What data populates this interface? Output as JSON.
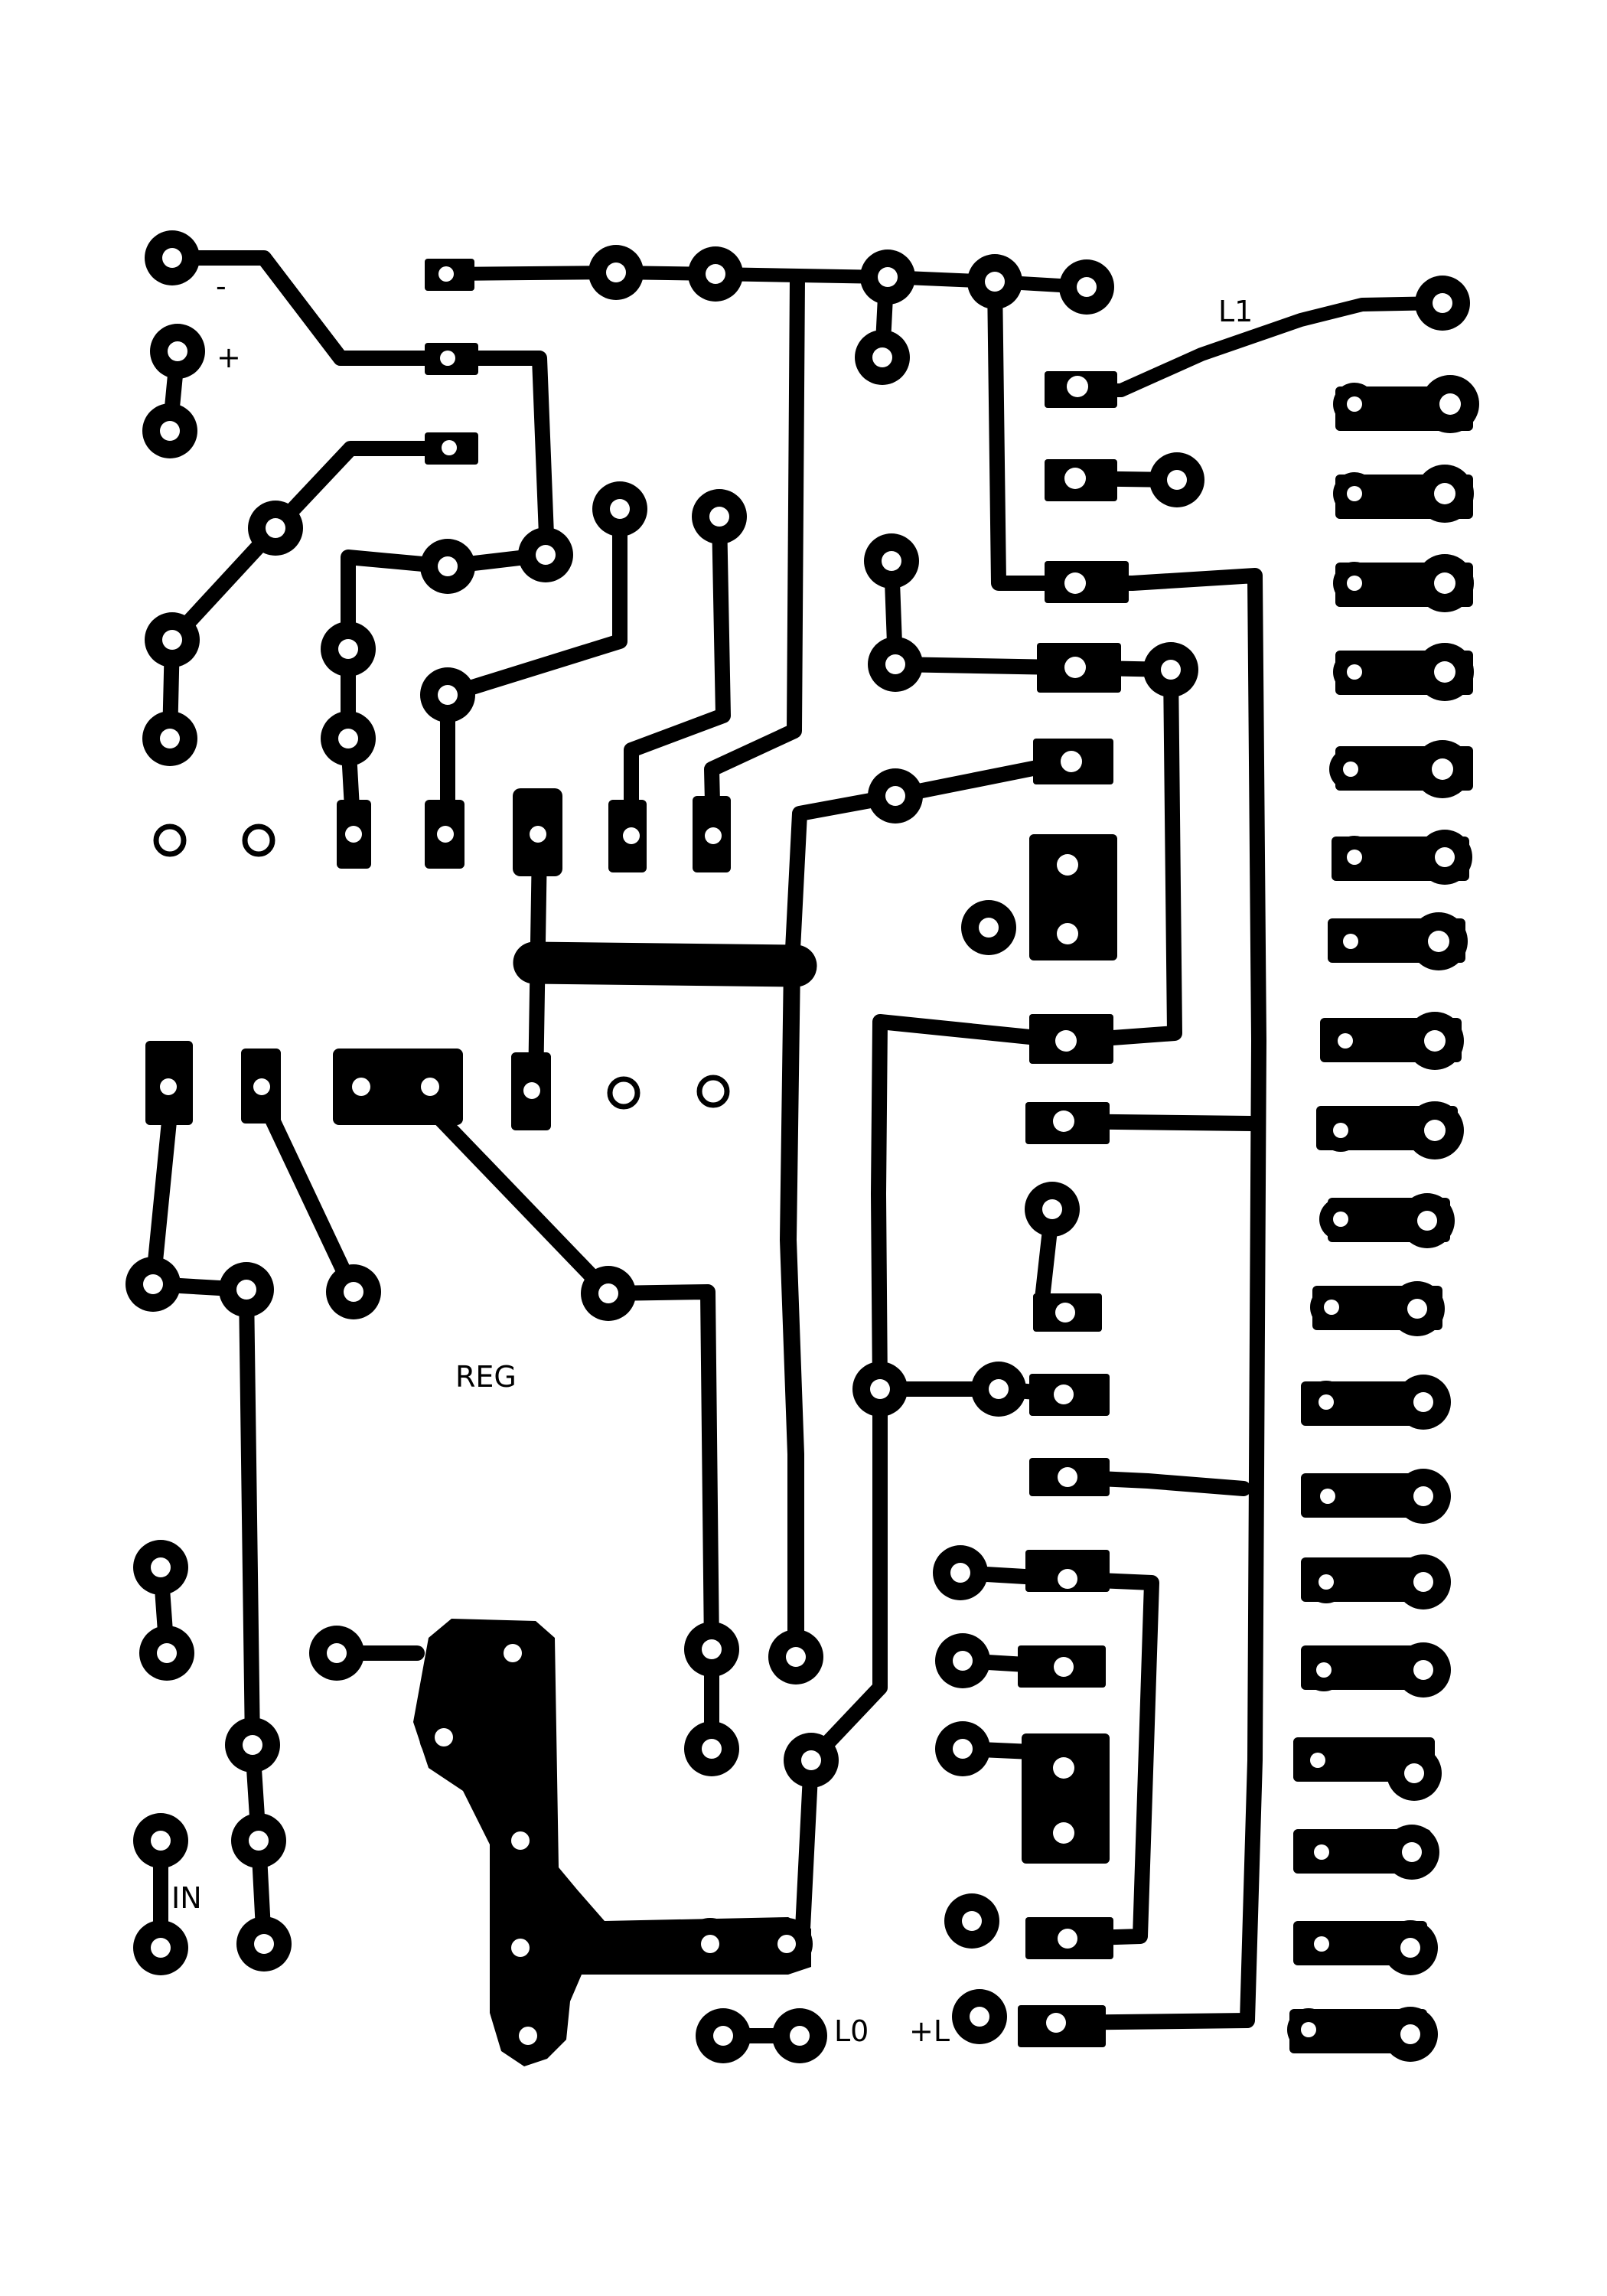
{
  "colors": {
    "copper": "#000000",
    "board": "#ffffff",
    "hole": "#ffffff"
  },
  "labels": {
    "minus": "-",
    "plus": "+",
    "l1": "L1",
    "reg": "REG",
    "in": "IN",
    "l0": "L0",
    "plus_l": "+L"
  }
}
